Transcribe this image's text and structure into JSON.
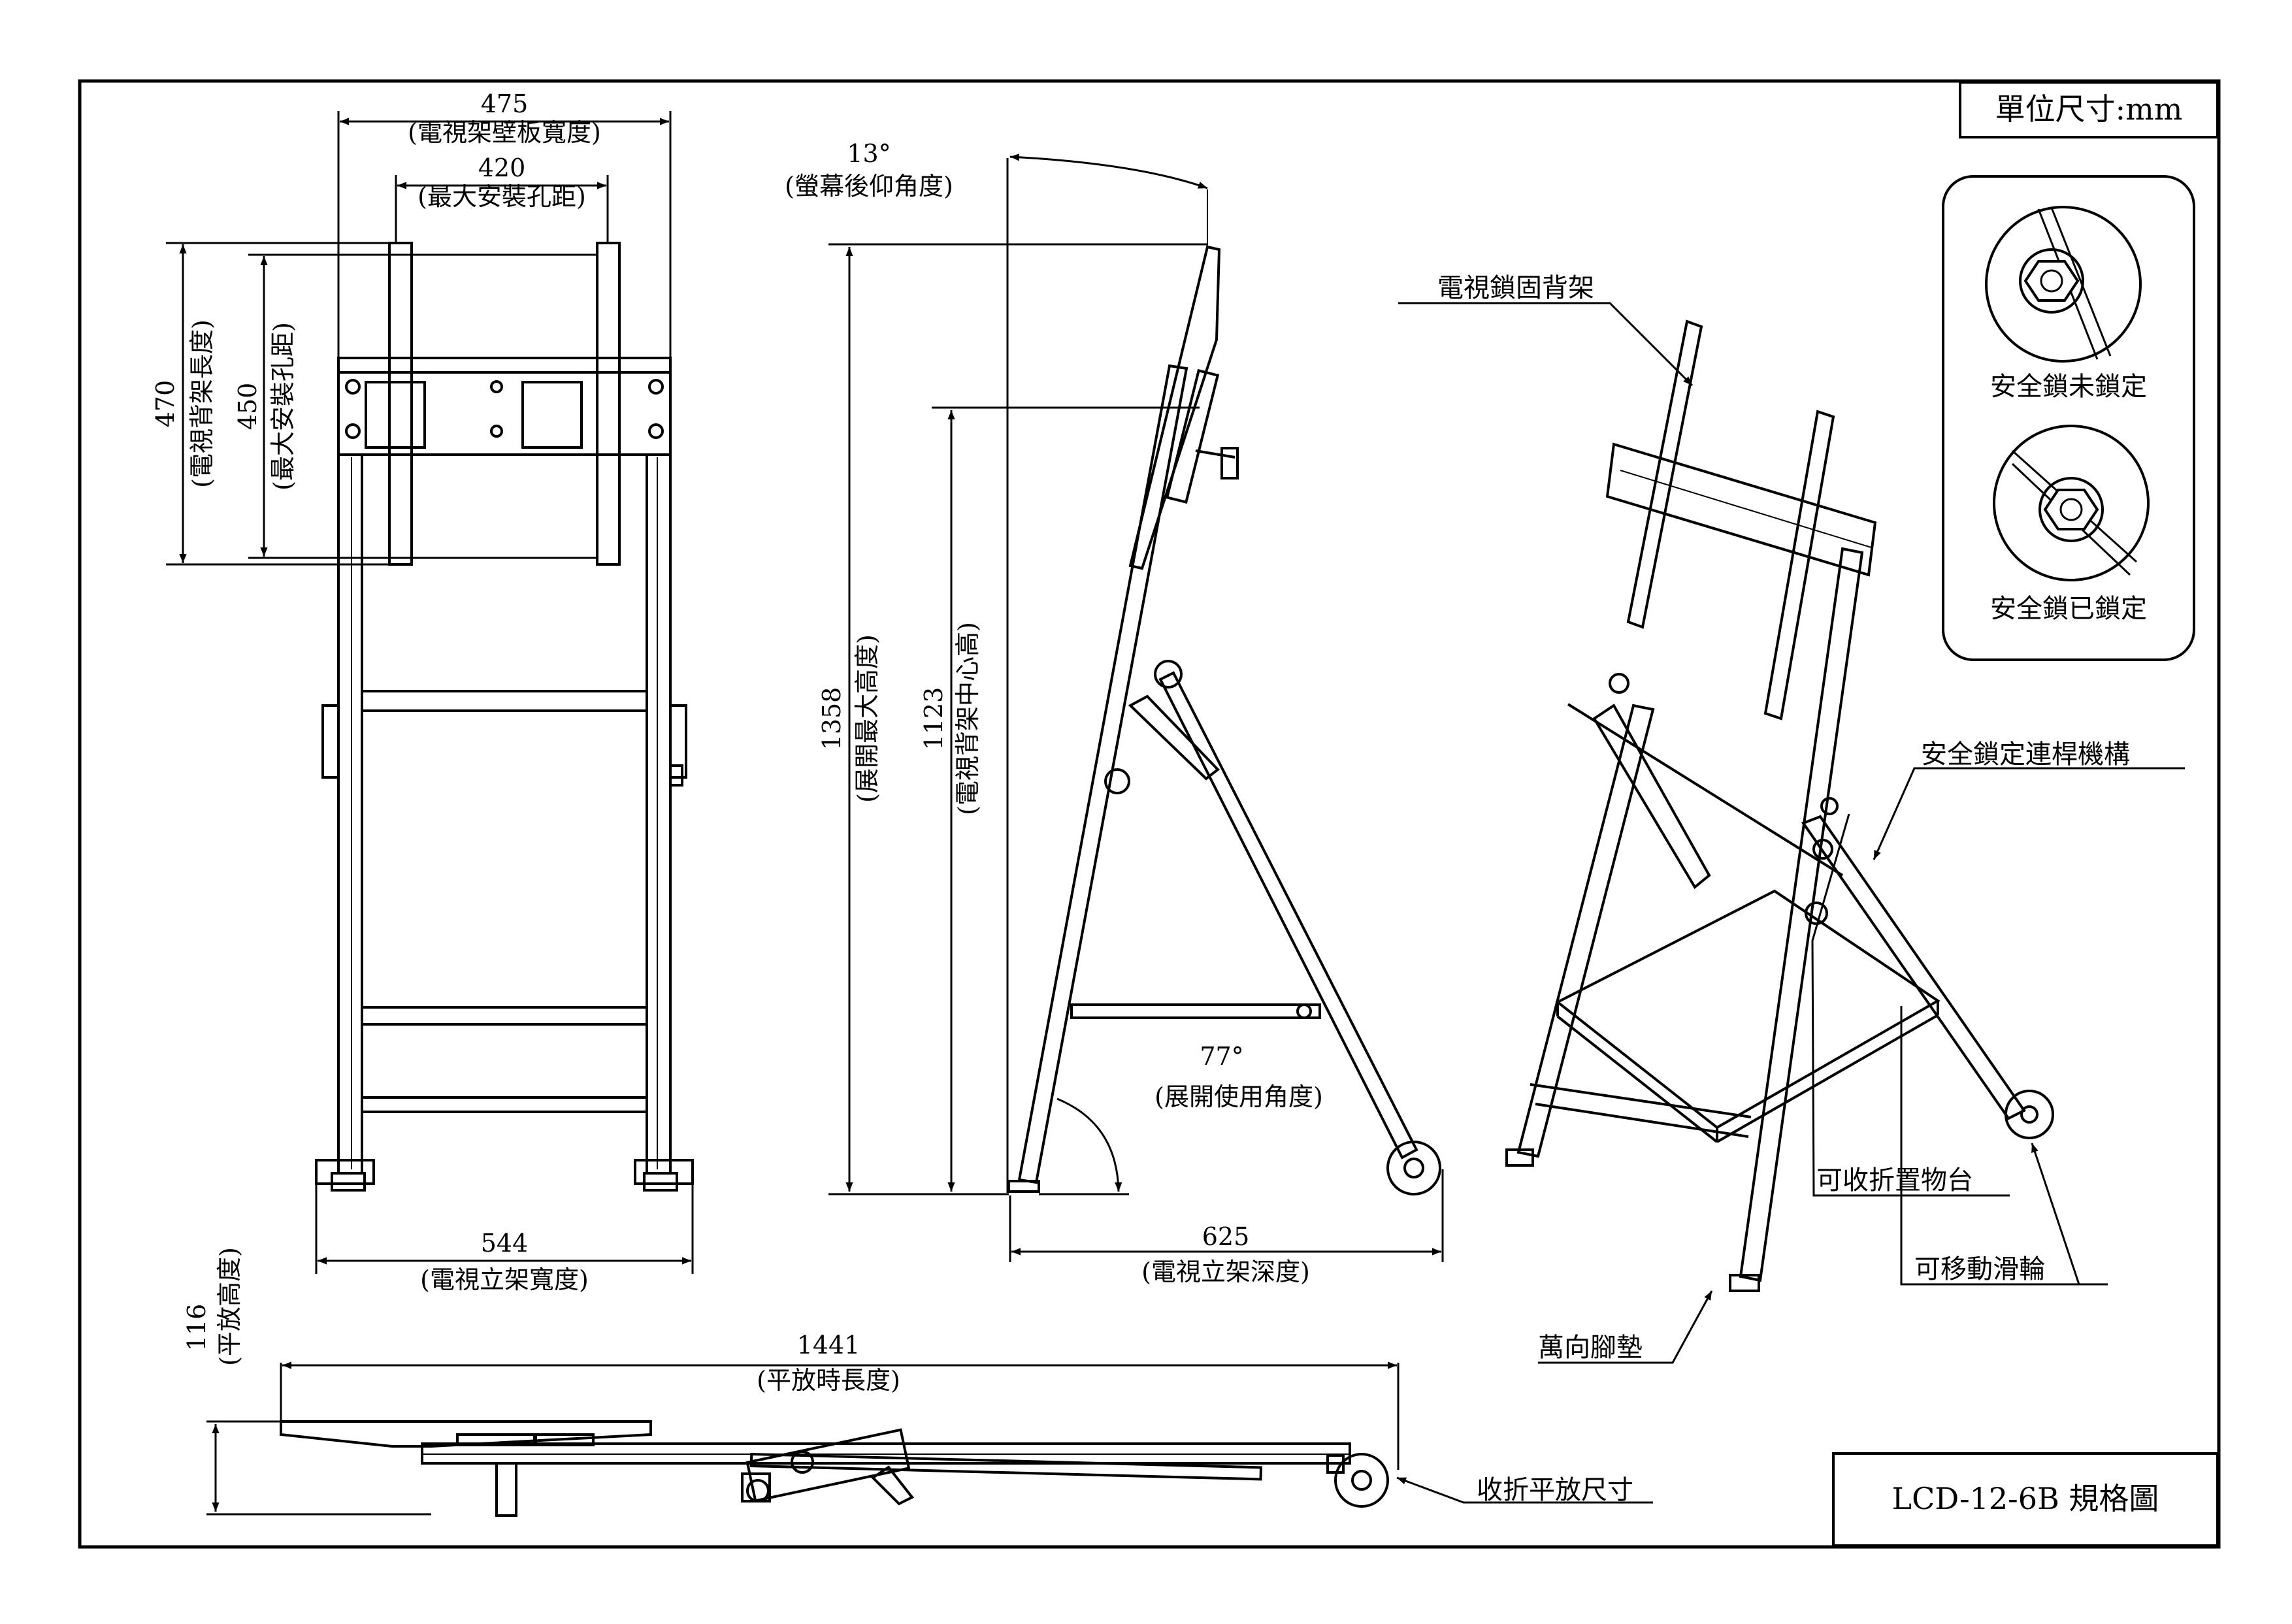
{
  "title_block": {
    "unit": "單位尺寸:mm",
    "drawing_title": "LCD-12-6B 規格圖"
  },
  "lock_states": {
    "unlocked": "安全鎖未鎖定",
    "locked": "安全鎖已鎖定"
  },
  "front_view": {
    "plate_width": "475",
    "plate_width_label": "(電視架壁板寬度)",
    "hole_span": "420",
    "hole_span_label": "(最大安裝孔距)",
    "bracket_len": "470",
    "bracket_len_label": "(電視背架長度)",
    "hole_height": "450",
    "hole_height_label": "(最大安裝孔距)",
    "base_width": "544",
    "base_width_label": "(電視立架寬度)"
  },
  "side_view": {
    "tilt": "13°",
    "tilt_label": "(螢幕後仰角度)",
    "max_height": "1358",
    "max_height_label": "(展開最大高度)",
    "center_height": "1123",
    "center_height_label": "(電視背架中心高)",
    "open_angle": "77°",
    "open_angle_label": "(展開使用角度)",
    "depth": "625",
    "depth_label": "(電視立架深度)"
  },
  "folded_view": {
    "flat_height": "116",
    "flat_height_label": "(平放高度)",
    "flat_length": "1441",
    "flat_length_label": "(平放時長度)",
    "folded_note": "收折平放尺寸"
  },
  "iso_view": {
    "bracket": "電視鎖固背架",
    "linkage": "安全鎖定連桿機構",
    "shelf": "可收折置物台",
    "wheel": "可移動滑輪",
    "foot": "萬向腳墊"
  }
}
